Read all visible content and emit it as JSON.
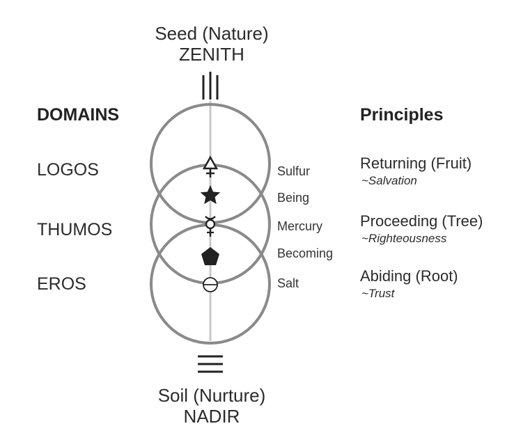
{
  "top": {
    "line1": "Seed (Nature)",
    "line2": "ZENITH"
  },
  "bottom": {
    "line1": "Soil (Nurture)",
    "line2": "NADIR"
  },
  "domains": {
    "heading": "DOMAINS",
    "items": [
      "LOGOS",
      "THUMOS",
      "EROS"
    ]
  },
  "principles": {
    "heading": "Principles",
    "items": [
      {
        "name": "Returning (Fruit)",
        "sub": "~Salvation"
      },
      {
        "name": "Proceeding (Tree)",
        "sub": "~Righteousness"
      },
      {
        "name": "Abiding (Root)",
        "sub": "~Trust"
      }
    ]
  },
  "alchemy": {
    "labels": [
      "Sulfur",
      "Being",
      "Mercury",
      "Becoming",
      "Salt"
    ]
  },
  "colors": {
    "circle": "#8a8a8a",
    "axis": "#c8c8c8",
    "symbol": "#222222",
    "text": "#2b2b2b"
  },
  "symbols": [
    "trigram-three-vertical-lines",
    "sulfur-symbol",
    "star",
    "mercury-symbol",
    "pentagon",
    "salt-symbol",
    "trigram-three-horizontal-lines"
  ]
}
